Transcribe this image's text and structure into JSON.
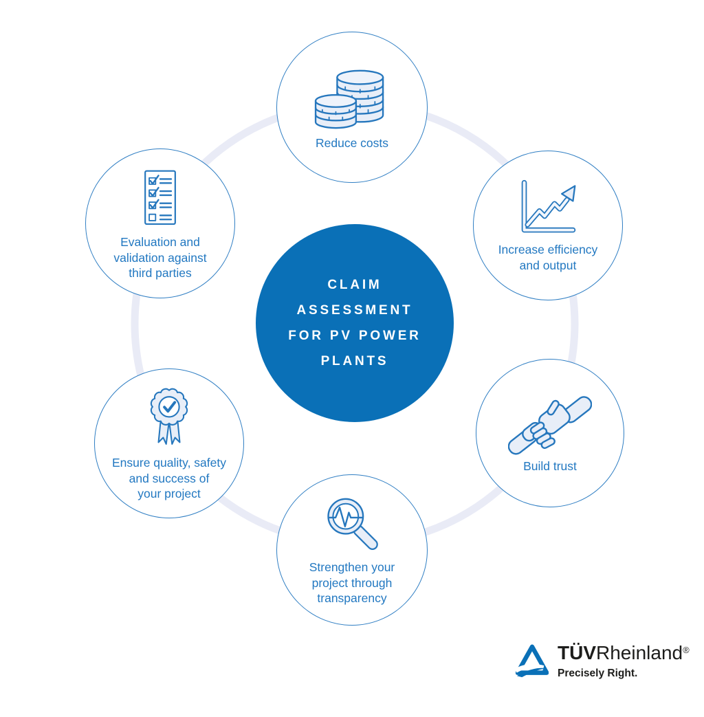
{
  "title": "Claim assessment for PV power plants infographic",
  "colors": {
    "center_fill": "#0a70b7",
    "node_border": "#2f7ec3",
    "label_text": "#2278c1",
    "icon_stroke": "#2677bd",
    "icon_fill": "#e8eef8",
    "ring": "#e9ebf6",
    "brand_text": "#1d1d1b"
  },
  "center": {
    "label": "CLAIM\nASSESSMENT\nFOR PV POWER\nPLANTS"
  },
  "nodes": [
    {
      "id": "reduce-costs",
      "label": "Reduce costs",
      "icon": "coins-icon"
    },
    {
      "id": "increase-efficiency",
      "label": "Increase efficiency\nand output",
      "icon": "growth-chart-icon"
    },
    {
      "id": "build-trust",
      "label": "Build trust",
      "icon": "handshake-icon"
    },
    {
      "id": "strengthen-transparency",
      "label": "Strengthen your\nproject through\ntransparency",
      "icon": "magnifier-pulse-icon"
    },
    {
      "id": "ensure-quality",
      "label": "Ensure quality, safety\nand success of\nyour project",
      "icon": "award-ribbon-icon"
    },
    {
      "id": "evaluation-validation",
      "label": "Evaluation and\nvalidation against\nthird parties",
      "icon": "checklist-icon"
    }
  ],
  "brand": {
    "name_bold": "TÜV",
    "name_regular": "Rheinland",
    "registered": "®",
    "tagline": "Precisely Right."
  }
}
